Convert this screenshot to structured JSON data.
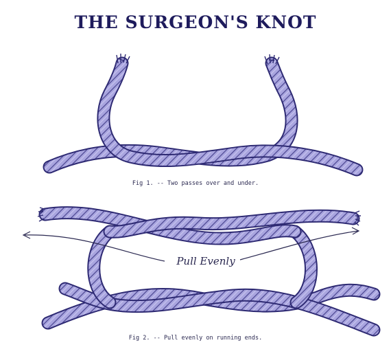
{
  "title": "THE SURGEON'S KNOT",
  "fig1_caption": "Fig 1. -- Two passes over and under.",
  "fig2_caption": "Fig 2. -- Pull evenly on running ends.",
  "pull_label": "Pull Evenly",
  "colors": {
    "rope_fill": "#a9a5df",
    "rope_stroke": "#2e2a73",
    "rope_twist": "#4a4590",
    "title": "#1e1b5c",
    "arrow": "#2a2850"
  }
}
